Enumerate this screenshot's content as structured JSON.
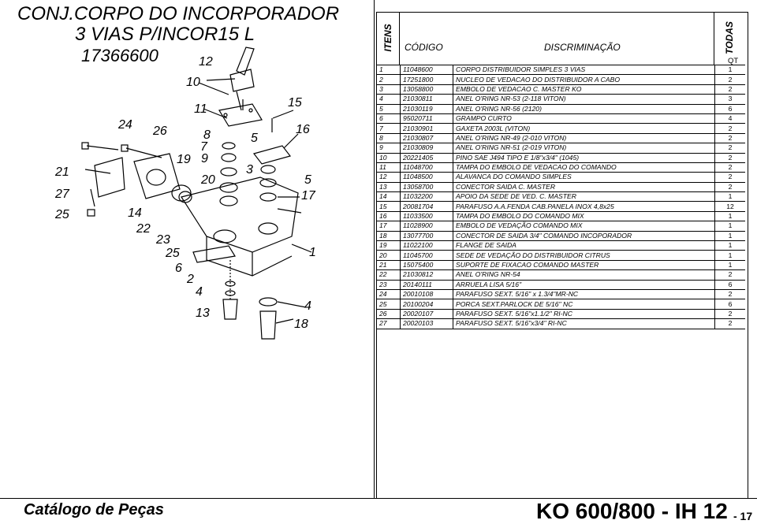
{
  "title": {
    "line1": "CONJ.CORPO DO INCORPORADOR",
    "line2": "3 VIAS P/INCOR15 L",
    "code": "17366600"
  },
  "callouts": [
    "12",
    "10",
    "15",
    "11",
    "16",
    "24",
    "26",
    "8",
    "7",
    "9",
    "19",
    "5",
    "3",
    "21",
    "20",
    "5",
    "27",
    "17",
    "25",
    "14",
    "22",
    "23",
    "25",
    "6",
    "2",
    "4",
    "1",
    "13",
    "4",
    "18"
  ],
  "table": {
    "header_items": "ITENS",
    "header_code": "CÓDIGO",
    "header_desc": "DISCRIMINAÇÃO",
    "header_all": "TODAS",
    "header_qt": "QT",
    "rows": [
      {
        "item": "1",
        "code": "11048600",
        "desc": "CORPO DISTRIBUIDOR SIMPLES 3 VIAS",
        "qt": "1"
      },
      {
        "item": "2",
        "code": "17251800",
        "desc": "NUCLEO DE VEDACAO DO DISTRIBUIDOR A CABO",
        "qt": "2"
      },
      {
        "item": "3",
        "code": "13058800",
        "desc": "EMBOLO DE VEDACAO C. MASTER KO",
        "qt": "2"
      },
      {
        "item": "4",
        "code": "21030811",
        "desc": "ANEL O'RING NR-53 (2-118 VITON)",
        "qt": "3"
      },
      {
        "item": "5",
        "code": "21030119",
        "desc": "ANEL O'RING NR-56 (2120)",
        "qt": "6"
      },
      {
        "item": "6",
        "code": "95020711",
        "desc": "GRAMPO CURTO",
        "qt": "4"
      },
      {
        "item": "7",
        "code": "21030901",
        "desc": "GAXETA 2003L (VITON)",
        "qt": "2"
      },
      {
        "item": "8",
        "code": "21030807",
        "desc": "ANEL O'RING NR-49 (2-010 VITON)",
        "qt": "2"
      },
      {
        "item": "9",
        "code": "21030809",
        "desc": "ANEL O'RING NR-51 (2-019 VITON)",
        "qt": "2"
      },
      {
        "item": "10",
        "code": "20221405",
        "desc": "PINO SAE J494 TIPO E 1/8\"x3/4\" (1045)",
        "qt": "2"
      },
      {
        "item": "11",
        "code": "11048700",
        "desc": "TAMPA DO EMBOLO DE VEDACAO DO COMANDO",
        "qt": "2"
      },
      {
        "item": "12",
        "code": "11048500",
        "desc": "ALAVANCA DO COMANDO SIMPLES",
        "qt": "2"
      },
      {
        "item": "13",
        "code": "13058700",
        "desc": "CONECTOR SAIDA C. MASTER",
        "qt": "2"
      },
      {
        "item": "14",
        "code": "11032200",
        "desc": "APOIO DA SEDE DE VED. C. MASTER",
        "qt": "1"
      },
      {
        "item": "15",
        "code": "20081704",
        "desc": "PARAFUSO A.A.FENDA CAB.PANELA INOX 4,8x25",
        "qt": "12"
      },
      {
        "item": "16",
        "code": "11033500",
        "desc": "TAMPA DO EMBOLO DO COMANDO MIX",
        "qt": "1"
      },
      {
        "item": "17",
        "code": "11028900",
        "desc": "EMBOLO DE VEDAÇÃO COMANDO MIX",
        "qt": "1"
      },
      {
        "item": "18",
        "code": "13077700",
        "desc": "CONECTOR DE SAIDA 3/4\" COMANDO INCOPORADOR",
        "qt": "1"
      },
      {
        "item": "19",
        "code": "11022100",
        "desc": "FLANGE DE SAIDA",
        "qt": "1"
      },
      {
        "item": "20",
        "code": "11045700",
        "desc": "SEDE DE VEDAÇÃO DO DISTRIBUIDOR CITRUS",
        "qt": "1"
      },
      {
        "item": "21",
        "code": "15075400",
        "desc": "SUPORTE DE FIXACAO COMANDO MASTER",
        "qt": "1"
      },
      {
        "item": "22",
        "code": "21030812",
        "desc": "ANEL O'RING NR-54",
        "qt": "2"
      },
      {
        "item": "23",
        "code": "20140111",
        "desc": "ARRUELA LISA 5/16\"",
        "qt": "6"
      },
      {
        "item": "24",
        "code": "20010108",
        "desc": "PARAFUSO SEXT. 5/16\" x 1.3/4\"MR-NC",
        "qt": "2"
      },
      {
        "item": "25",
        "code": "20100204",
        "desc": "PORCA SEXT.PARLOCK DE 5/16\" NC",
        "qt": "6"
      },
      {
        "item": "26",
        "code": "20020107",
        "desc": "PARAFUSO SEXT. 5/16\"x1.1/2\" RI-NC",
        "qt": "2"
      },
      {
        "item": "27",
        "code": "20020103",
        "desc": "PARAFUSO SEXT. 5/16\"x3/4\" RI-NC",
        "qt": "2"
      }
    ]
  },
  "footer": {
    "left": "Catálogo de Peças",
    "right": "KO 600/800 - IH 12",
    "page": "- 17"
  }
}
